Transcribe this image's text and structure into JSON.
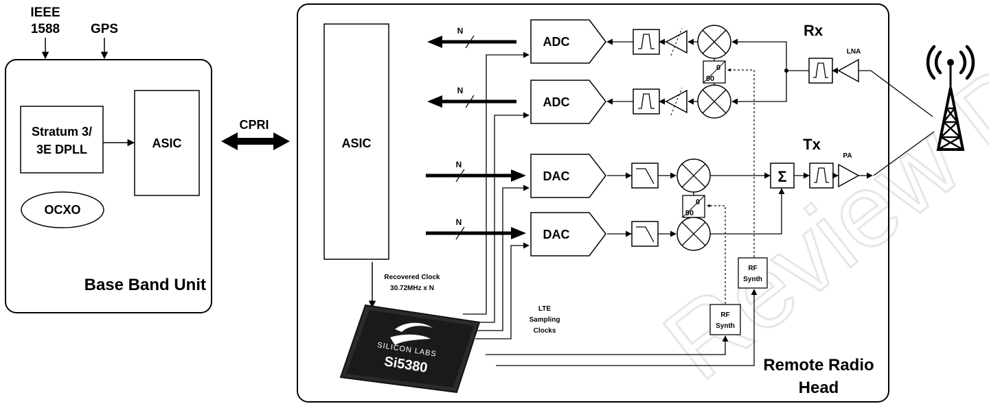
{
  "bbu": {
    "input_ieee_line1": "IEEE",
    "input_ieee_line2": "1588",
    "input_gps": "GPS",
    "dpll_line1": "Stratum 3/",
    "dpll_line2": "3E DPLL",
    "asic": "ASIC",
    "ocxo": "OCXO",
    "title": "Base Band Unit"
  },
  "link": {
    "label": "CPRI"
  },
  "rrh": {
    "asic": "ASIC",
    "bus_width": "N",
    "adc": "ADC",
    "dac": "DAC",
    "phase_0": "0",
    "phase_90": "90",
    "rx_label": "Rx",
    "tx_label": "Tx",
    "lna": "LNA",
    "pa": "PA",
    "summer": "Σ",
    "rf_synth_line1": "RF",
    "rf_synth_line2": "Synth",
    "recovered_clock_line1": "Recovered Clock",
    "recovered_clock_line2": "30.72MHz x N",
    "lte_line1": "LTE",
    "lte_line2": "Sampling",
    "lte_line3": "Clocks",
    "chip_brand": "SILICON LABS",
    "chip_part": "Si5380",
    "title_line1": "Remote Radio",
    "title_line2": "Head"
  },
  "watermark": "Review Designs"
}
